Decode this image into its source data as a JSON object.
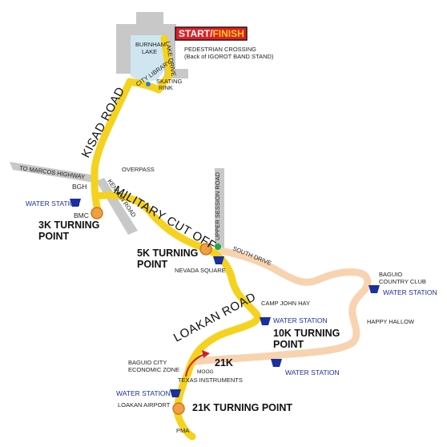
{
  "map": {
    "start_finish": {
      "start": "START",
      "slash": "/",
      "finish": "FINISH"
    },
    "places": {
      "burnham_lake_1": "BURNHAM",
      "burnham_lake_2": "LAKE",
      "lake_drive": "LAKE DRIVE",
      "pedestrian_crossing": "PEDESTRIAN CROSSING",
      "igorot_band_stand": "(Back of IGOROT BAND STAND)",
      "skating_rink_1": "SKATING",
      "skating_rink_2": "RINK",
      "city_library": "CITY LIBRARY",
      "to_marcos_highway": "TO MARCOS HIGHWAY",
      "overpass": "OVERPASS",
      "bgh": "BGH",
      "kennon_road": "KENNON ROAD",
      "bmc": "BMC",
      "upper_session_road": "UPPER SESSION ROAD",
      "south_drive": "SOUTH DRIVE",
      "nevada_square": "NEVADA SQUARE",
      "baguio_cc_1": "BAGUIO",
      "baguio_cc_2": "COUNTRY CLUB",
      "camp_john_hay": "CAMP JOHN HAY",
      "happy_hallow": "HAPPY HALLOW",
      "baguio_city_1": "BAGUIO CITY",
      "baguio_city_2": "ECONOMIC ZONE",
      "moog": "MOOG",
      "texas_instruments": "TEXAS INSTRUMENTS",
      "loakan_airport": "LOAKAN AIRPORT",
      "pma": "PMA"
    },
    "roads": {
      "kisad": "KISAD ROAD",
      "military": "MILITARY CUT OFF",
      "loakan": "LOAKAN ROAD"
    },
    "water_station": "WATER STATION",
    "turning_points": {
      "tp3_1": "3K TURNING",
      "tp3_2": "POINT",
      "tp5_1": "5K TURNING",
      "tp5_2": "POINT",
      "tp10_1": "10K TURNING",
      "tp10_2": "POINT",
      "tp21": "21K TURNING POINT"
    },
    "label_21k": "21K",
    "colors": {
      "route_main": "#f5d21e",
      "route_21k": "#f7d3b0",
      "road_gray": "#c8c8c8",
      "lake": "#cfe6f0",
      "turning_point": "#f0a040",
      "water_station": "#1a2fa0",
      "start_bg": "#e31e24"
    }
  }
}
